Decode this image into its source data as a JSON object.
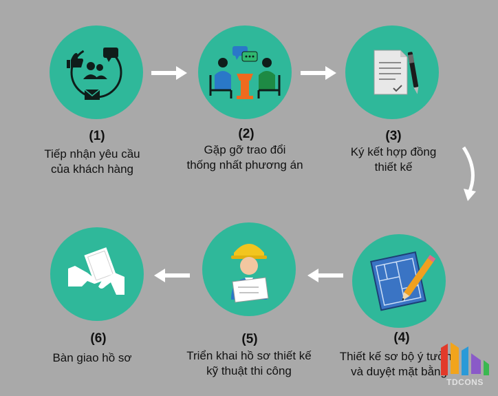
{
  "steps": [
    {
      "number": "(1)",
      "lines": [
        "Tiếp nhận yêu cầu",
        "của khách hàng"
      ]
    },
    {
      "number": "(2)",
      "lines": [
        "Gặp gỡ trao đổi",
        "thống nhất phương án"
      ]
    },
    {
      "number": "(3)",
      "lines": [
        "Ký kết hợp đồng",
        "thiết kế"
      ]
    },
    {
      "number": "(4)",
      "lines": [
        "Thiết kế sơ bộ ý tưởng",
        "và duyệt mặt bằng"
      ]
    },
    {
      "number": "(5)",
      "lines": [
        "Triển khai hồ sơ thiết kế",
        "kỹ thuật thi công"
      ]
    },
    {
      "number": "(6)",
      "lines": [
        "Bàn giao hồ sơ"
      ]
    }
  ],
  "logo": {
    "text": "TDCONS"
  },
  "colors": {
    "background": "#a9a9a9",
    "circle": "#2fb89a",
    "arrow": "#ffffff"
  },
  "icons": [
    "customer-contact-icon",
    "meeting-icon",
    "contract-signing-icon",
    "blueprint-pencil-icon",
    "engineer-drawing-icon",
    "document-handover-icon"
  ]
}
